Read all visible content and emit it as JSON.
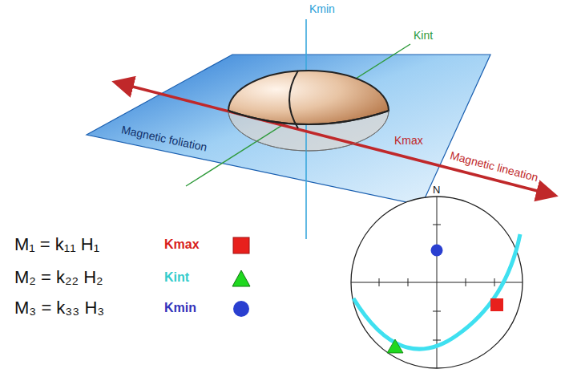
{
  "diagram": {
    "labels": [
      "Kmin",
      "Kint",
      "Kmax",
      "Magnetic foliation",
      "Magnetic lineation",
      "M₁ = k₁₁ H₁",
      "M₂ = k₂₂ H₂",
      "M₃ = k₃₃ H₃",
      "N"
    ],
    "legend": [
      {
        "text": "Kmax"
      },
      {
        "text": "Kint"
      },
      {
        "text": "Kmin"
      }
    ]
  }
}
